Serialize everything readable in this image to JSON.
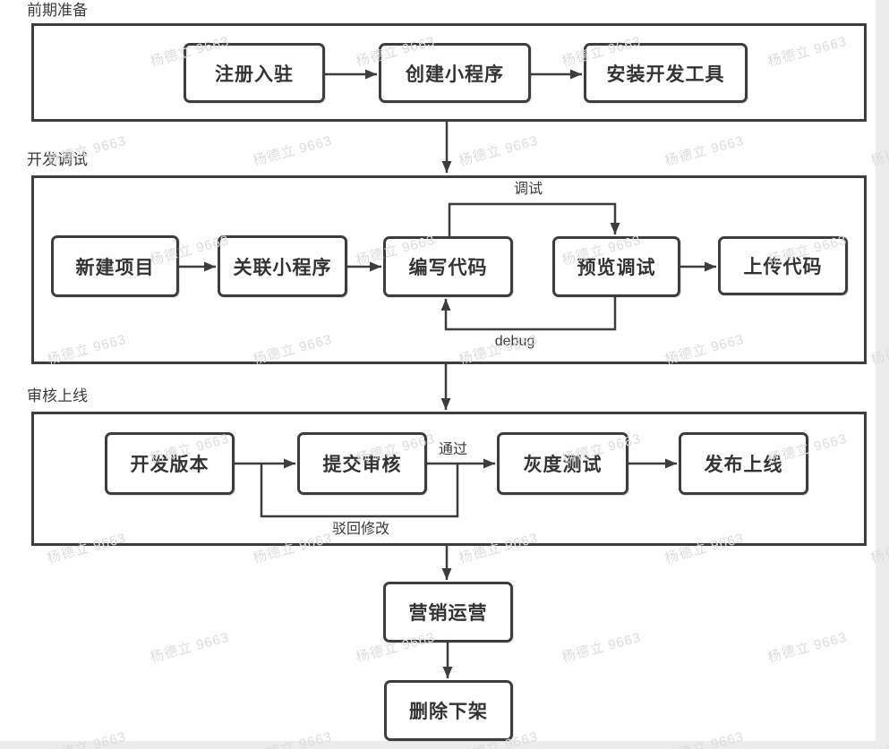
{
  "sections": [
    {
      "label": "前期准备",
      "boxes": [
        {
          "label": "注册入驻"
        },
        {
          "label": "创建小程序"
        },
        {
          "label": "安装开发工具"
        }
      ]
    },
    {
      "label": "开发调试",
      "boxes": [
        {
          "label": "新建项目"
        },
        {
          "label": "关联小程序"
        },
        {
          "label": "编写代码"
        },
        {
          "label": "预览调试"
        },
        {
          "label": "上传代码"
        }
      ],
      "edge_labels": {
        "top_loop": "调试",
        "bottom_loop": "debug"
      }
    },
    {
      "label": "审核上线",
      "boxes": [
        {
          "label": "开发版本"
        },
        {
          "label": "提交审核"
        },
        {
          "label": "灰度测试"
        },
        {
          "label": "发布上线"
        }
      ],
      "edge_labels": {
        "pass": "通过",
        "reject": "驳回修改"
      }
    }
  ],
  "footer_boxes": [
    {
      "label": "营销运营"
    },
    {
      "label": "删除下架"
    }
  ],
  "watermark": {
    "text": "杨德立 9663",
    "color": "#dcdcdc"
  },
  "colors": {
    "line": "#3d3d3d",
    "box_text": "#333333",
    "background": "#ffffff",
    "edge_strip": "#ececec"
  }
}
